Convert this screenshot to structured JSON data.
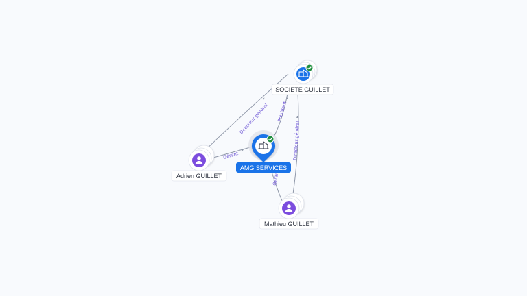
{
  "nodes": [
    {
      "id": "amg",
      "label": "AMG SERVICES",
      "kind": "company",
      "verified": true,
      "focus": true
    },
    {
      "id": "societe",
      "label": "SOCIETE GUILLET",
      "kind": "company",
      "verified": true,
      "focus": false
    },
    {
      "id": "adrien",
      "label": "Adrien GUILLET",
      "kind": "person",
      "verified": false,
      "focus": false
    },
    {
      "id": "mathieu",
      "label": "Mathieu GUILLET",
      "kind": "person",
      "verified": false,
      "focus": false
    }
  ],
  "edges": [
    {
      "from": "adrien",
      "to": "societe",
      "label": "Directeur général"
    },
    {
      "from": "adrien",
      "to": "amg",
      "label": "Gérant"
    },
    {
      "from": "amg",
      "to": "societe",
      "label": "Président"
    },
    {
      "from": "mathieu",
      "to": "amg",
      "label": "Gérant"
    },
    {
      "from": "mathieu",
      "to": "societe",
      "label": "Directeur général"
    }
  ],
  "colors": {
    "company": "#1a73e8",
    "person": "#7c4dde",
    "verified": "#1e8e3e",
    "relation_text": "#6e56d6",
    "edge": "#8f97a8"
  }
}
